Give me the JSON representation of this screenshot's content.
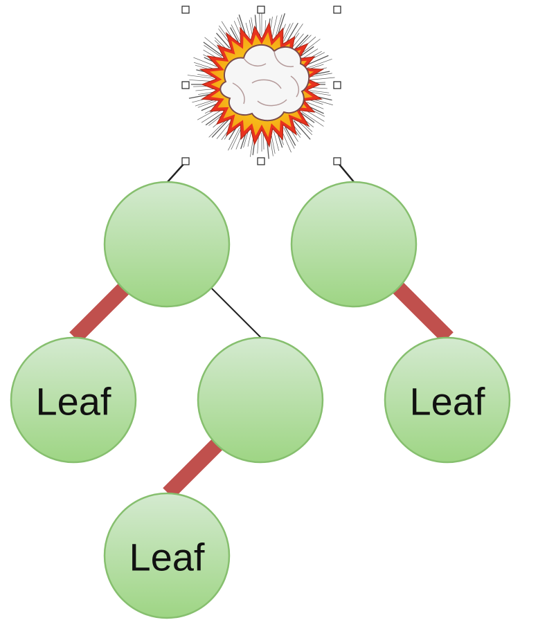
{
  "colors": {
    "node_fill_top": "#d4ead0",
    "node_fill_bottom": "#9ed584",
    "node_stroke": "#86bf6e",
    "thin_edge": "#222222",
    "thick_edge": "#c0504d",
    "burst_red": "#e8321f",
    "burst_yellow": "#f7c51b",
    "cloud_fill": "#f6f6f6",
    "cloud_stroke": "#7a4a4a"
  },
  "nodes": [
    {
      "id": "root-left",
      "label": ""
    },
    {
      "id": "root-right",
      "label": ""
    },
    {
      "id": "leaf-a",
      "label": "Leaf"
    },
    {
      "id": "mid",
      "label": ""
    },
    {
      "id": "leaf-b",
      "label": "Leaf"
    },
    {
      "id": "leaf-c",
      "label": "Leaf"
    }
  ],
  "edges": [
    {
      "from": "burst",
      "to": "root-left",
      "style": "thin"
    },
    {
      "from": "burst",
      "to": "root-right",
      "style": "thin"
    },
    {
      "from": "root-left",
      "to": "leaf-a",
      "style": "thick"
    },
    {
      "from": "root-left",
      "to": "mid",
      "style": "thin"
    },
    {
      "from": "mid",
      "to": "leaf-b",
      "style": "thick"
    },
    {
      "from": "root-right",
      "to": "leaf-c",
      "style": "thick"
    }
  ],
  "selected_object": "explosion-burst-image"
}
